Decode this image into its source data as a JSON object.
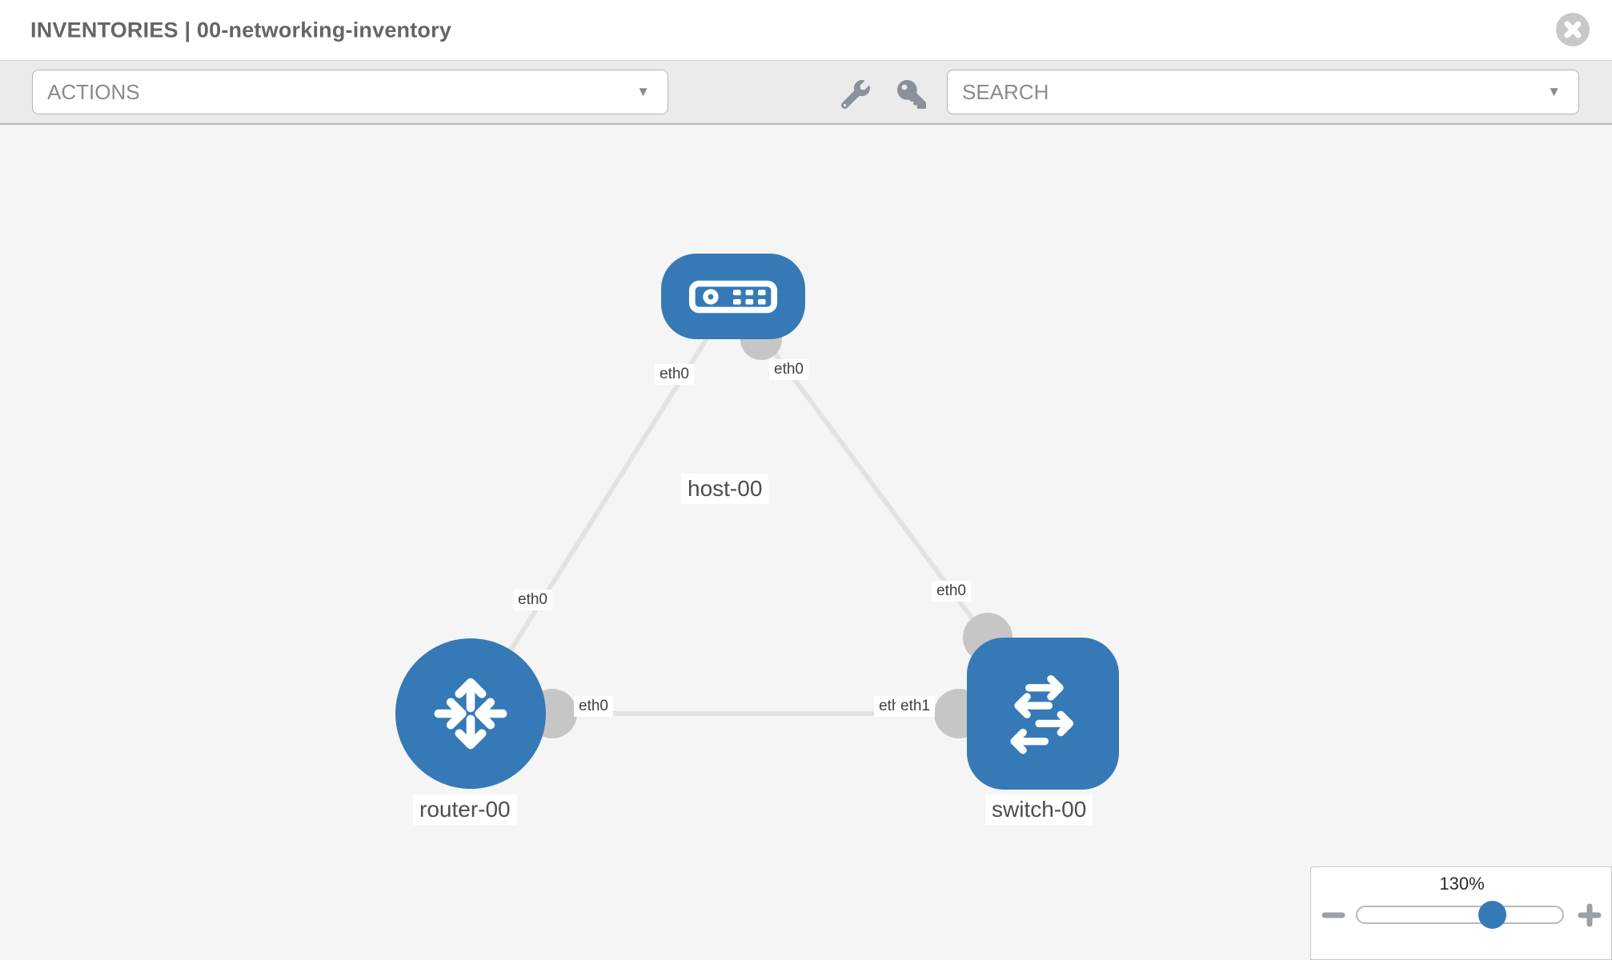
{
  "header": {
    "title": "INVENTORIES | 00-networking-inventory"
  },
  "toolbar": {
    "actions_label": "ACTIONS",
    "search_label": "SEARCH",
    "icons": [
      "wrench-icon",
      "key-icon"
    ]
  },
  "topology": {
    "nodes": [
      {
        "id": "host-00",
        "label": "host-00",
        "type": "host"
      },
      {
        "id": "router-00",
        "label": "router-00",
        "type": "router"
      },
      {
        "id": "switch-00",
        "label": "switch-00",
        "type": "switch"
      }
    ],
    "links": [
      {
        "source": "host-00",
        "source_if": "eth0",
        "target": "router-00",
        "target_if": "eth0"
      },
      {
        "source": "host-00",
        "source_if": "eth0",
        "target": "switch-00",
        "target_if": "eth0"
      },
      {
        "source": "router-00",
        "source_if": "eth0",
        "target": "switch-00",
        "target_if": "eth1"
      }
    ],
    "port_labels": {
      "host_left": "eth0",
      "host_right": "eth0",
      "router_top": "eth0",
      "switch_top": "eth0",
      "router_right": "eth0",
      "switch_left_under": "eth0",
      "switch_left_over": "eth1"
    }
  },
  "zoom_control": {
    "level": "130%"
  },
  "colors": {
    "node_blue": "#3679b7",
    "interface_gray": "#c6c6c6",
    "link_gray": "#e2e2e2",
    "toolbar_bg": "#ebebeb",
    "canvas_bg": "#f4f5f4"
  }
}
